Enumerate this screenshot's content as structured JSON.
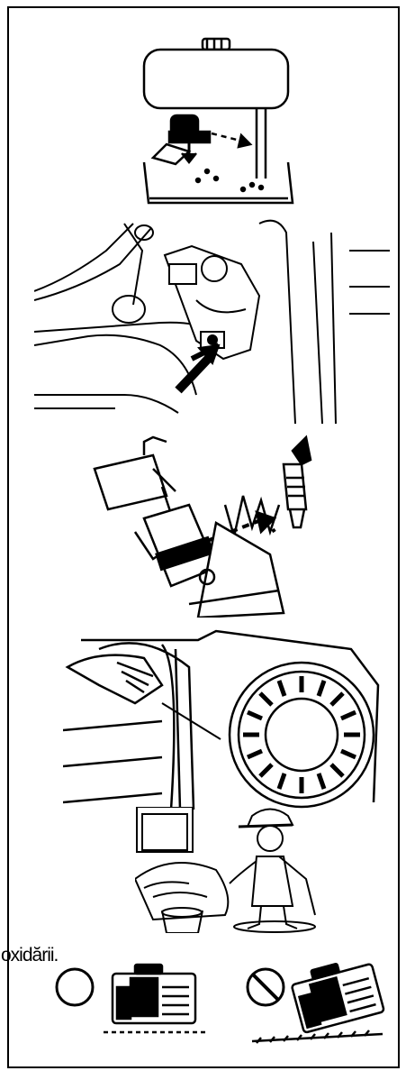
{
  "page": {
    "caption_fragment": "oxidării.",
    "illustrations": [
      {
        "name": "fuel-tank-draining",
        "icon": "fuel-tank-icon"
      },
      {
        "name": "oil-drain-bolt",
        "icon": "drain-bolt-icon"
      },
      {
        "name": "spark-plug-oil",
        "icon": "spark-plug-icon"
      },
      {
        "name": "recoil-starter-pull",
        "icon": "recoil-starter-icon"
      },
      {
        "name": "cover-machine",
        "icon": "mechanic-icon"
      },
      {
        "name": "storage-position",
        "icon": "generator-position-icon"
      }
    ],
    "storage_symbols": {
      "correct": "circle-ok-icon",
      "wrong": "prohibited-icon"
    },
    "colors": {
      "ink": "#000000",
      "paper": "#ffffff"
    }
  }
}
